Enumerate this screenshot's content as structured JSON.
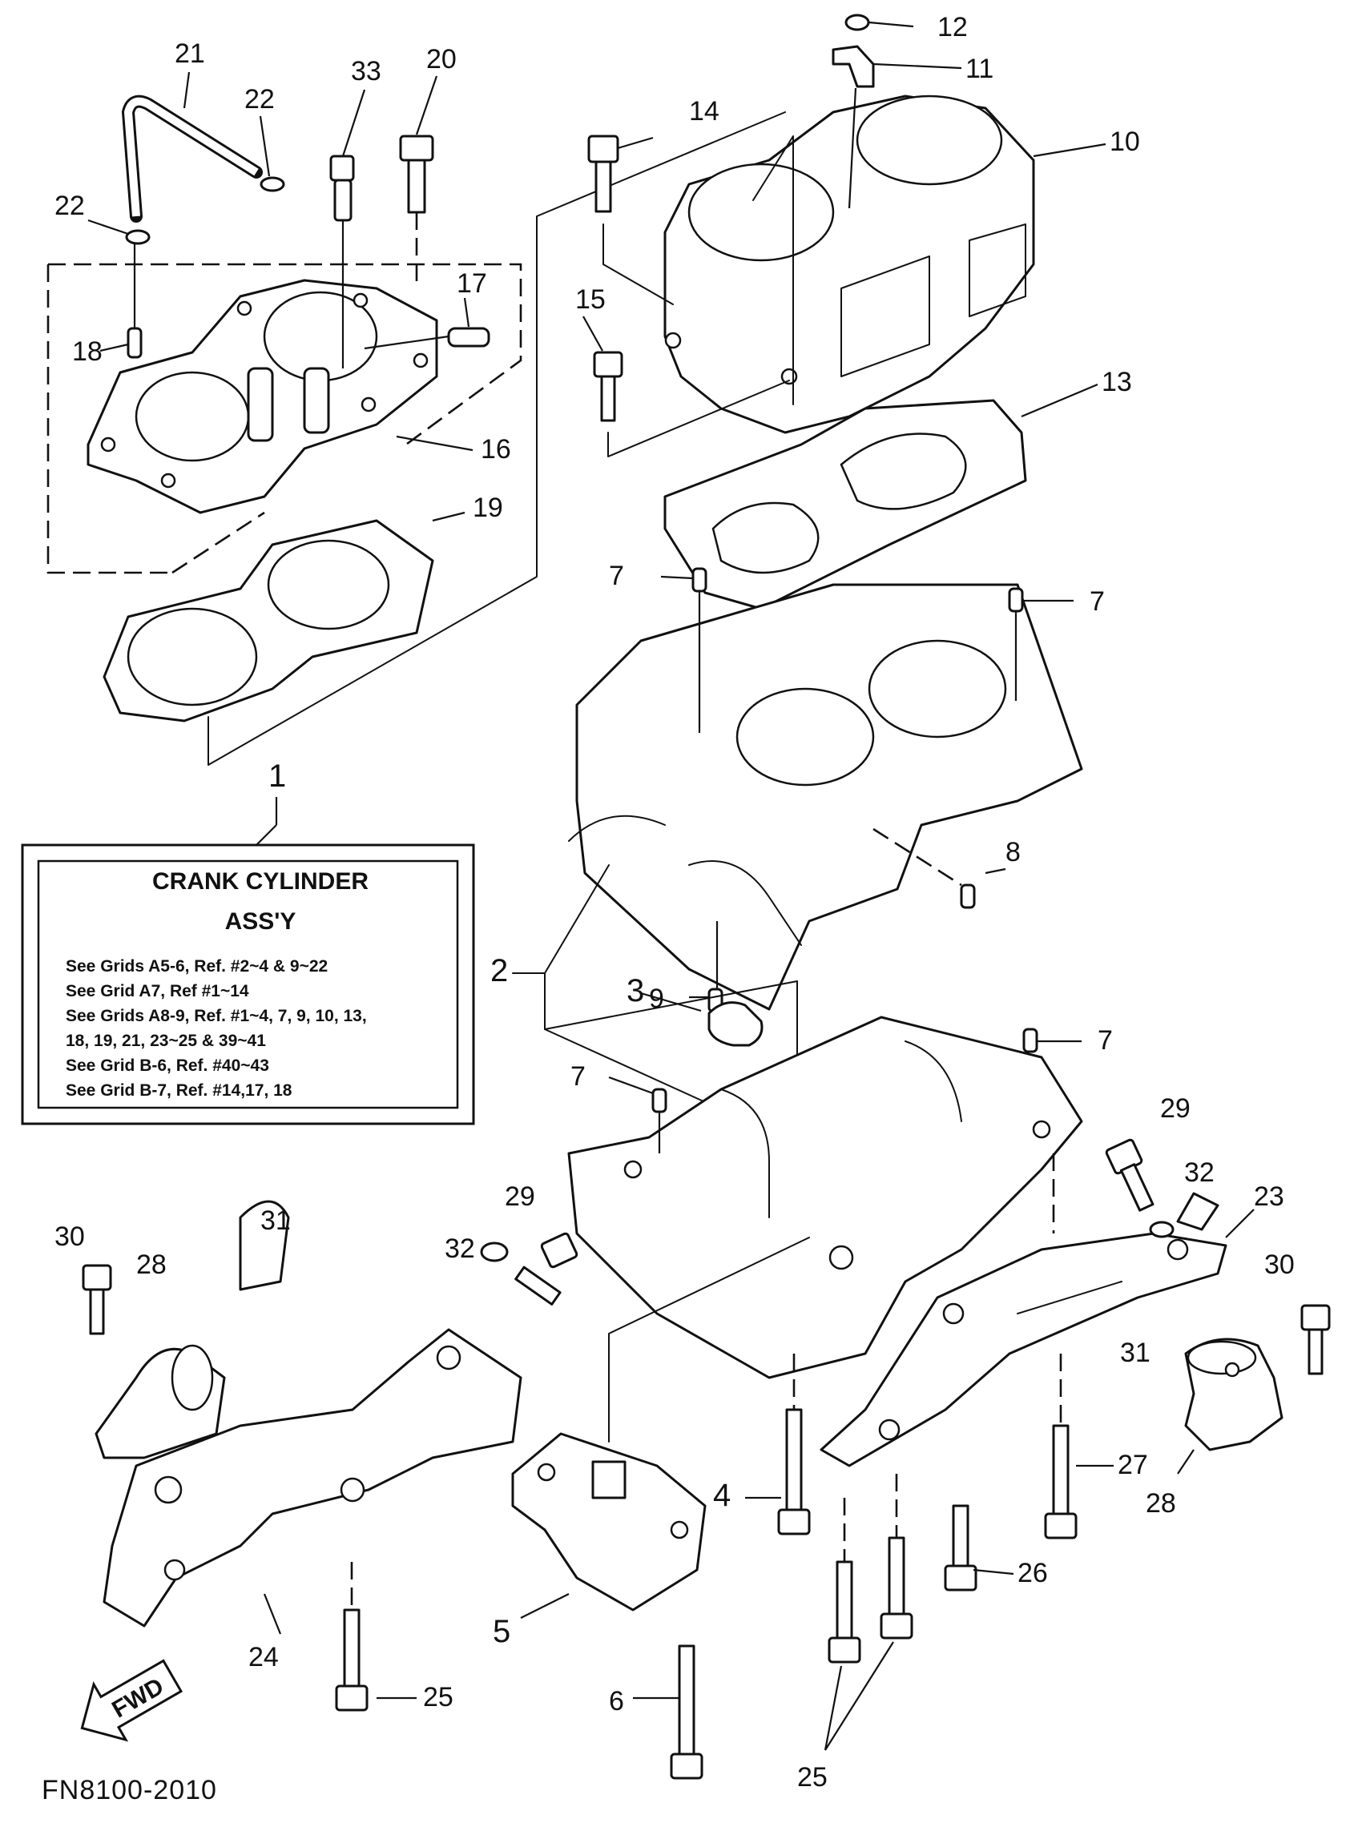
{
  "drawing_code": "FN8100-2010",
  "fwd_label": "FWD",
  "info_box": {
    "title_line1": "CRANK CYLINDER",
    "title_line2": "ASS'Y",
    "lines": [
      "See Grids A5-6, Ref. #2~4 & 9~22",
      "See Grid A7, Ref #1~14",
      "See Grids A8-9, Ref. #1~4, 7, 9, 10, 13,",
      "18, 19, 21, 23~25 & 39~41",
      "See Grid B-6, Ref. #40~43",
      "See Grid B-7, Ref. #14,17, 18"
    ]
  },
  "callouts": {
    "c1": "1",
    "c2": "2",
    "c3": "3",
    "c4": "4",
    "c5": "5",
    "c6": "6",
    "c7a": "7",
    "c7b": "7",
    "c7c": "7",
    "c7d": "7",
    "c8": "8",
    "c9": "9",
    "c10": "10",
    "c11": "11",
    "c12": "12",
    "c13": "13",
    "c14": "14",
    "c15": "15",
    "c16": "16",
    "c17": "17",
    "c18": "18",
    "c19": "19",
    "c20": "20",
    "c21": "21",
    "c22a": "22",
    "c22b": "22",
    "c23": "23",
    "c24": "24",
    "c25a": "25",
    "c25b": "25",
    "c26": "26",
    "c27": "27",
    "c28a": "28",
    "c28b": "28",
    "c29a": "29",
    "c29b": "29",
    "c30a": "30",
    "c30b": "30",
    "c31a": "31",
    "c31b": "31",
    "c32a": "32",
    "c32b": "32",
    "c33": "33"
  }
}
